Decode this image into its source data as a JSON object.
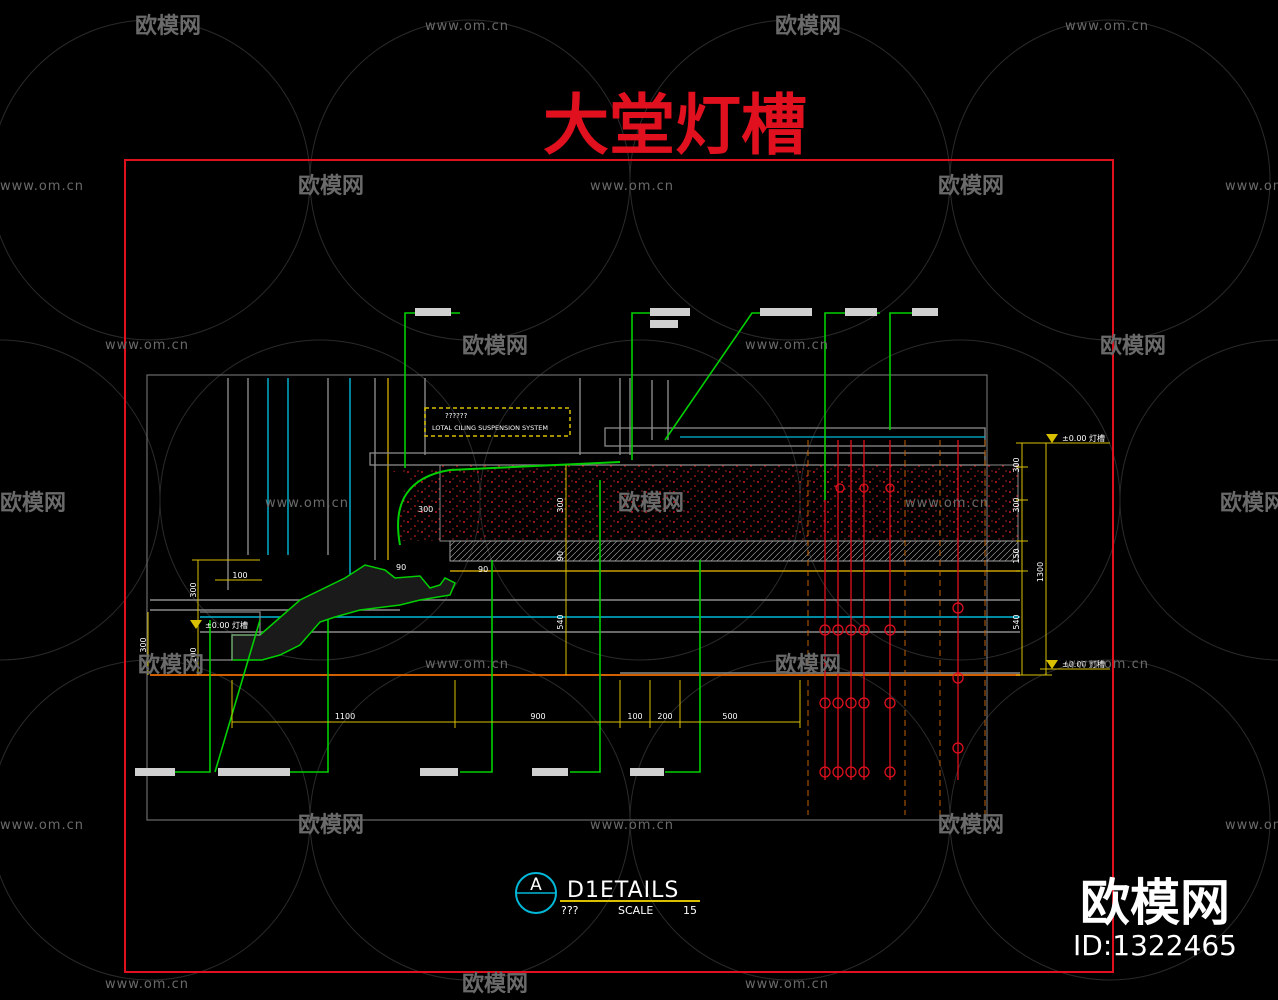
{
  "title": "大堂灯槽",
  "details_block": {
    "letter": "A",
    "name": "D1ETAILS",
    "subtitle": "???",
    "scale_label": "SCALE",
    "scale_value": "15"
  },
  "note_tag": {
    "line1": "??????",
    "line2": "LOTAL CILING SUSPENSION SYSTEM"
  },
  "levels": {
    "upper": "±0.00 灯槽",
    "left": "±0.00 灯槽",
    "lower": "±0.00 灯槽"
  },
  "dimensions": {
    "bottom": [
      "1100",
      "900",
      "100",
      "200",
      "500"
    ],
    "right_outer": "1300",
    "right_segments": [
      "300",
      "300",
      "150",
      "540"
    ],
    "left_stack": [
      "300",
      "100",
      "300",
      "100"
    ],
    "inner": [
      "300",
      "90",
      "90",
      "300",
      "90",
      "540"
    ]
  },
  "watermark": {
    "brand": "欧模网",
    "url": "www.om.cn"
  },
  "corner_brand": {
    "name": "欧模网",
    "id": "ID:1322465"
  },
  "colors": {
    "frame": "#e0101e",
    "leader": "#00d000",
    "dim": "#d8c000",
    "structure": "#7a7a7a",
    "cyan": "#00b8d8",
    "hatch_dot": "#ff2020"
  }
}
